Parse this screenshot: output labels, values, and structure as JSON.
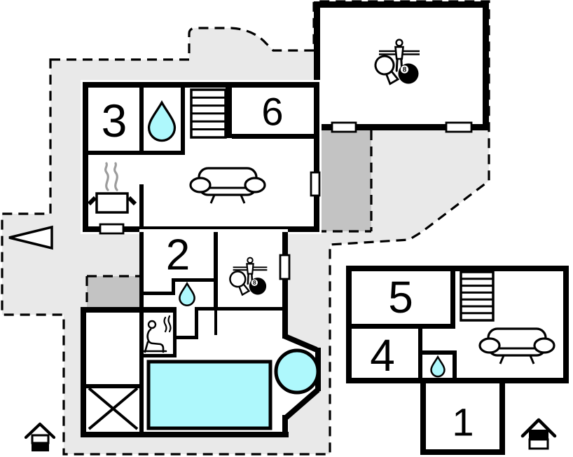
{
  "rooms": {
    "r1": "1",
    "r2": "2",
    "r3": "3",
    "r4": "4",
    "r5": "5",
    "r6": "6"
  },
  "labels": {
    "eight_ball": "8"
  },
  "colors": {
    "paper": "#FFFFFF",
    "wall": "#000000",
    "terrace_light": "#E9E9E9",
    "terrace_dark": "#C3C3C3",
    "water": "#AEF8FC",
    "steam_gray": "#9C9C9C"
  },
  "icons": {
    "water_drop": "bathroom / shower",
    "stairs": "staircase",
    "sofa": "living-room seating",
    "games": "table tennis, table football and billiards",
    "cooker": "kitchen stove with pot",
    "sauna": "sauna",
    "pool": "swimming pool",
    "whirlpool": "whirlpool tub",
    "cross": "utility / storage room",
    "entrance_arrow": "entrance direction",
    "house_marker_left": "building marker",
    "house_marker_right": "building marker"
  }
}
